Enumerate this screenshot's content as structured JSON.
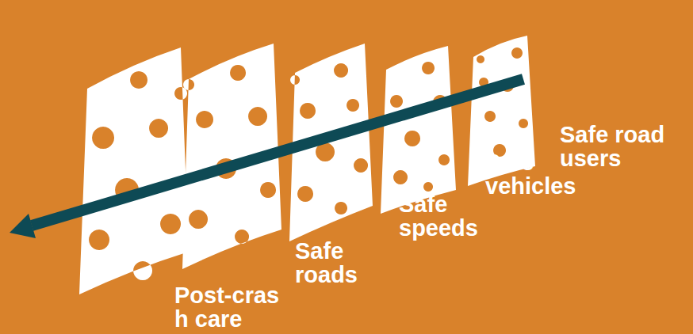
{
  "diagram": {
    "labels": [
      "Post-crash care",
      "Safe roads",
      "Safe speeds",
      "Safe vehicles",
      "Safe road users"
    ]
  }
}
